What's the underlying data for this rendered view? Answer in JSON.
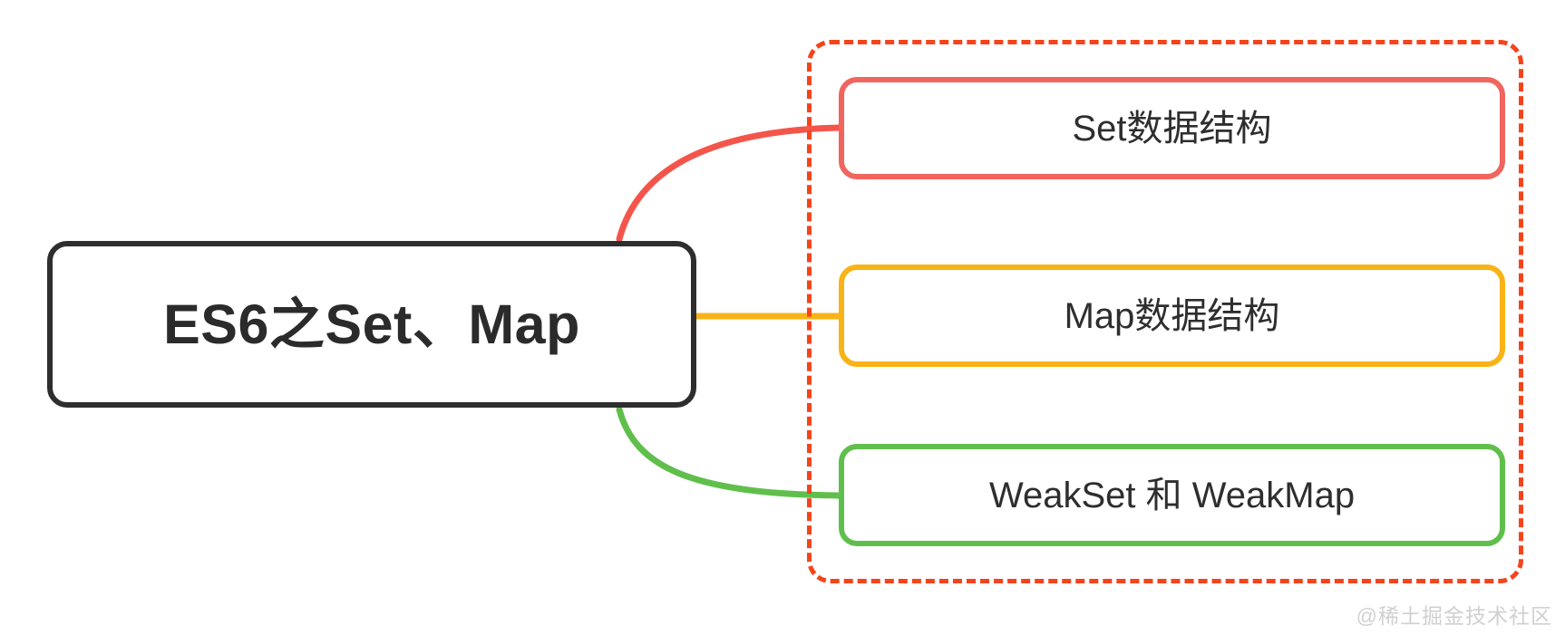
{
  "diagram": {
    "type": "mind-map",
    "root": {
      "label": "ES6之Set、Map",
      "border_color": "#2e2e2e",
      "text_color": "#2b2b2b"
    },
    "group": {
      "border_color": "#F5441B",
      "border_style": "dashed"
    },
    "children": [
      {
        "label": "Set数据结构",
        "border_color": "#F0655E",
        "connector_color": "#F4554B",
        "connector_shape": "curve-up"
      },
      {
        "label": "Map数据结构",
        "border_color": "#F8B316",
        "connector_color": "#F8B316",
        "connector_shape": "straight"
      },
      {
        "label": "WeakSet 和 WeakMap",
        "border_color": "#60BF4C",
        "connector_color": "#60BF4C",
        "connector_shape": "curve-down"
      }
    ]
  },
  "watermark": {
    "text": "@稀土掘金技术社区",
    "color": "#d0d0d0"
  }
}
